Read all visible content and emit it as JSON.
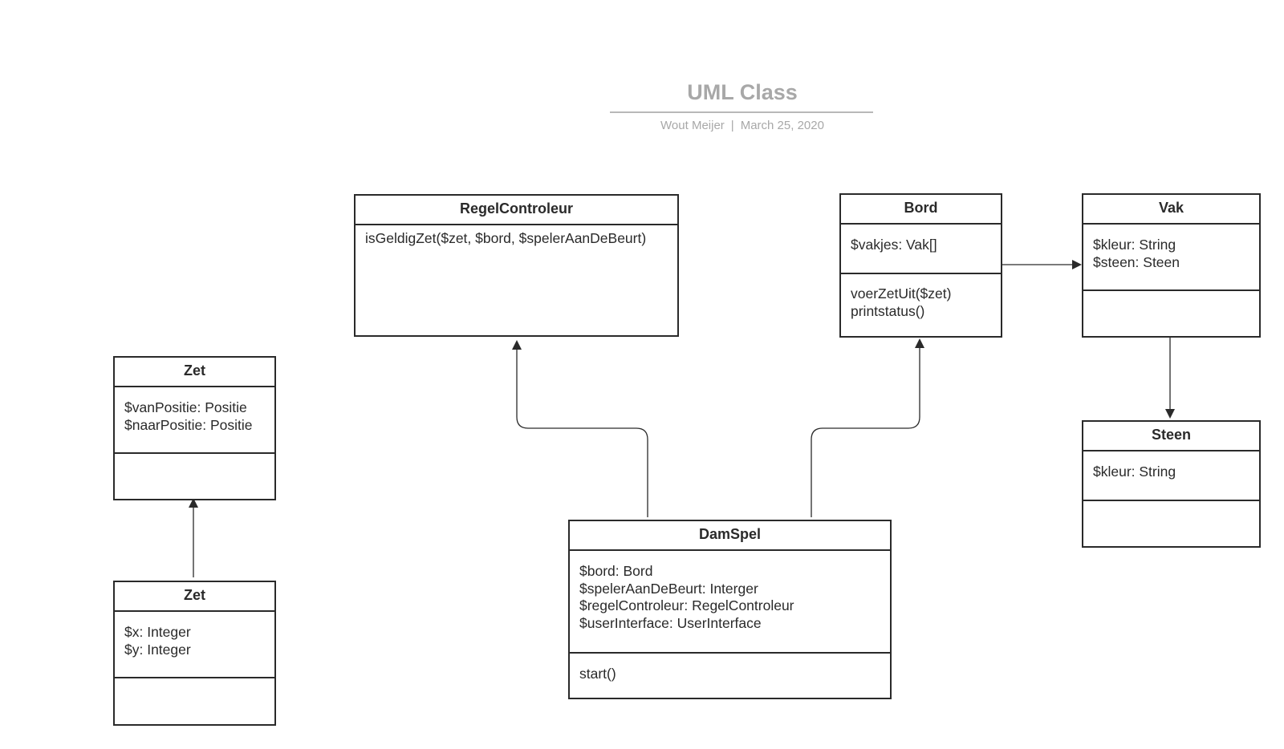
{
  "header": {
    "title": "UML Class",
    "author": "Wout Meijer",
    "separator": "|",
    "date": "March 25, 2020"
  },
  "colors": {
    "stroke": "#2a2a2a",
    "title": "#a8a8a8"
  },
  "classes": {
    "regelcontroleur": {
      "name": "RegelControleur",
      "attributes": [],
      "methods": [
        "isGeldigZet($zet, $bord, $spelerAanDeBeurt)"
      ]
    },
    "bord": {
      "name": "Bord",
      "attributes": [
        "$vakjes: Vak[]"
      ],
      "methods": [
        "voerZetUit($zet)",
        "printstatus()"
      ]
    },
    "vak": {
      "name": "Vak",
      "attributes": [
        "$kleur: String",
        "$steen: Steen"
      ],
      "methods": []
    },
    "steen": {
      "name": "Steen",
      "attributes": [
        "$kleur: String"
      ],
      "methods": []
    },
    "zet": {
      "name": "Zet",
      "attributes": [
        "$vanPositie: Positie",
        "$naarPositie: Positie"
      ],
      "methods": []
    },
    "positie": {
      "name": "Zet",
      "attributes": [
        "$x: Integer",
        "$y: Integer"
      ],
      "methods": []
    },
    "damspel": {
      "name": "DamSpel",
      "attributes": [
        "$bord: Bord",
        "$spelerAanDeBeurt: Interger",
        "$regelControleur: RegelControleur",
        "$userInterface: UserInterface"
      ],
      "methods": [
        "start()"
      ]
    }
  }
}
